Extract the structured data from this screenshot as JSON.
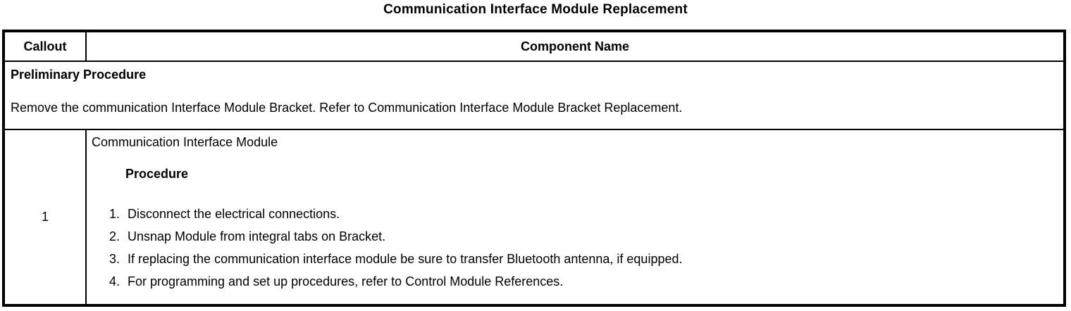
{
  "title": "Communication Interface Module Replacement",
  "table": {
    "headers": {
      "callout": "Callout",
      "component": "Component Name"
    },
    "preliminary": {
      "heading": "Preliminary Procedure",
      "text": "Remove the communication Interface Module Bracket. Refer to Communication Interface Module Bracket Replacement."
    },
    "rows": [
      {
        "callout": "1",
        "component": "Communication Interface Module",
        "procedure_heading": "Procedure",
        "steps": [
          "Disconnect the electrical connections.",
          "Unsnap Module from integral tabs on Bracket.",
          "If replacing the communication interface module be sure to transfer Bluetooth antenna, if equipped.",
          "For programming and set up procedures, refer to Control Module References."
        ]
      }
    ]
  },
  "colors": {
    "text": "#000000",
    "background": "#ffffff",
    "border": "#000000"
  }
}
